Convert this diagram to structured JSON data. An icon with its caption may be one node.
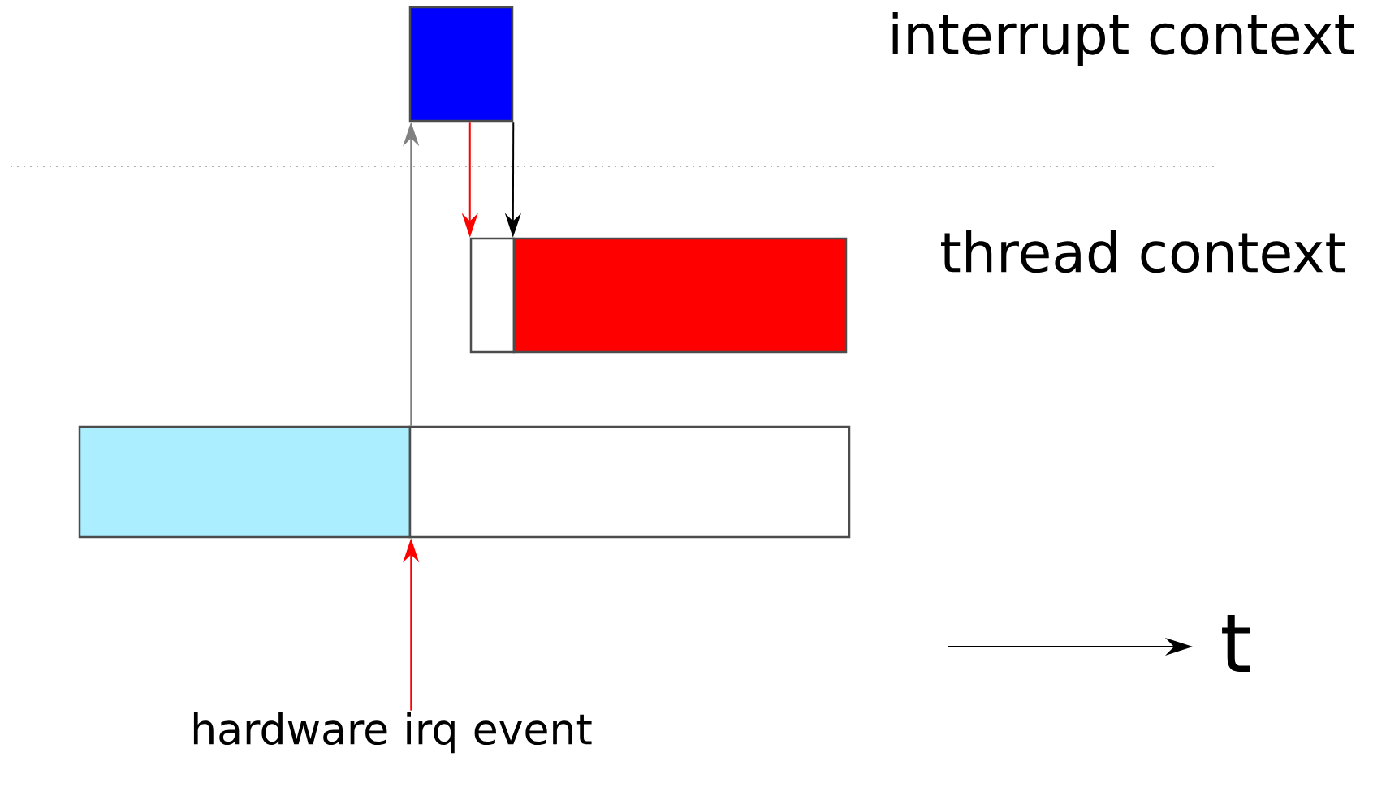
{
  "diagram": {
    "nodes": [
      {
        "text": [],
        "shape": "box"
      },
      {
        "text": [],
        "shape": "box"
      },
      {
        "text": [],
        "shape": "box"
      },
      {
        "text": [],
        "shape": "box"
      },
      {
        "text": [],
        "shape": "box"
      },
      {
        "text": [
          "hardware irq event"
        ]
      }
    ],
    "edges": [
      {
        "from": 3,
        "to": 0,
        "arrow": "to",
        "color": "#808080"
      },
      {
        "from": 0,
        "to": 1,
        "arrow": "to",
        "color": "#ff0000"
      },
      {
        "from": 0,
        "to": 2,
        "arrow": "to",
        "color": "#000000"
      },
      {
        "from": 5,
        "to": 3,
        "arrow": "to",
        "color": "#ff0000"
      }
    ],
    "labels": [
      "interrupt context",
      "thread context",
      "t"
    ]
  }
}
